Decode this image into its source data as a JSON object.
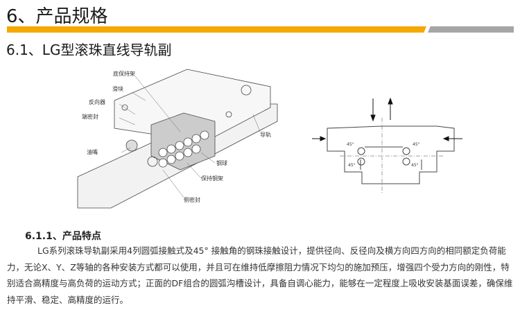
{
  "header": {
    "title": "6、产品规格",
    "subtitle": "6.1、LG型滚珠直线导轨副"
  },
  "colors": {
    "accent_bar": "#f5a800",
    "gray_bar": "#a6a6a6"
  },
  "diagram": {
    "labels": [
      "底保持架",
      "滑块",
      "反向器",
      "端密封",
      "油嘴",
      "导轨",
      "钢球",
      "保持钢架",
      "侧密封"
    ],
    "angle_labels": [
      "45°",
      "45°",
      "45°",
      "45°"
    ]
  },
  "section": {
    "title": "6.1.1、产品特点",
    "body": "LG系列滚珠导轨副采用4列圆弧接触式及45° 接触角的钢珠接触设计，提供径向、反径向及横方向四方向的相同额定负荷能力，无论X、Y、Z等轴的各种安装方式都可以使用，并且可在维持低摩擦阻力情况下均匀的施加预压，增强四个受力方向的刚性，特别适合高精度与高负荷的运动方式；正面的DF组合的圆弧沟槽设计，具备自调心能力，能够在一定程度上吸收安装基面误差，确保维持平滑、稳定、高精度的运行。"
  }
}
